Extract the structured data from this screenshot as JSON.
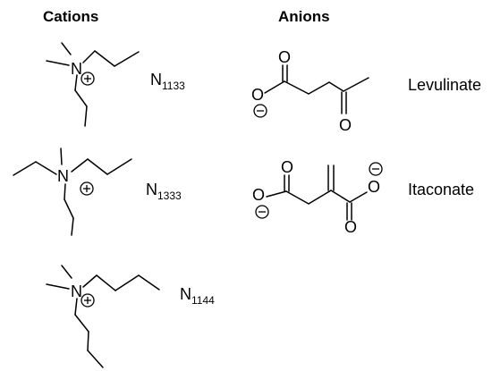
{
  "headings": {
    "cations": "Cations",
    "anions": "Anions"
  },
  "cations": [
    {
      "code_main": "N",
      "code_sub": "1133",
      "atom": "N"
    },
    {
      "code_main": "N",
      "code_sub": "1333",
      "atom": "N"
    },
    {
      "code_main": "N",
      "code_sub": "1144",
      "atom": "N"
    }
  ],
  "anions": [
    {
      "name": "Levulinate",
      "atom_o": "O"
    },
    {
      "name": "Itaconate",
      "atom_o": "O"
    }
  ]
}
